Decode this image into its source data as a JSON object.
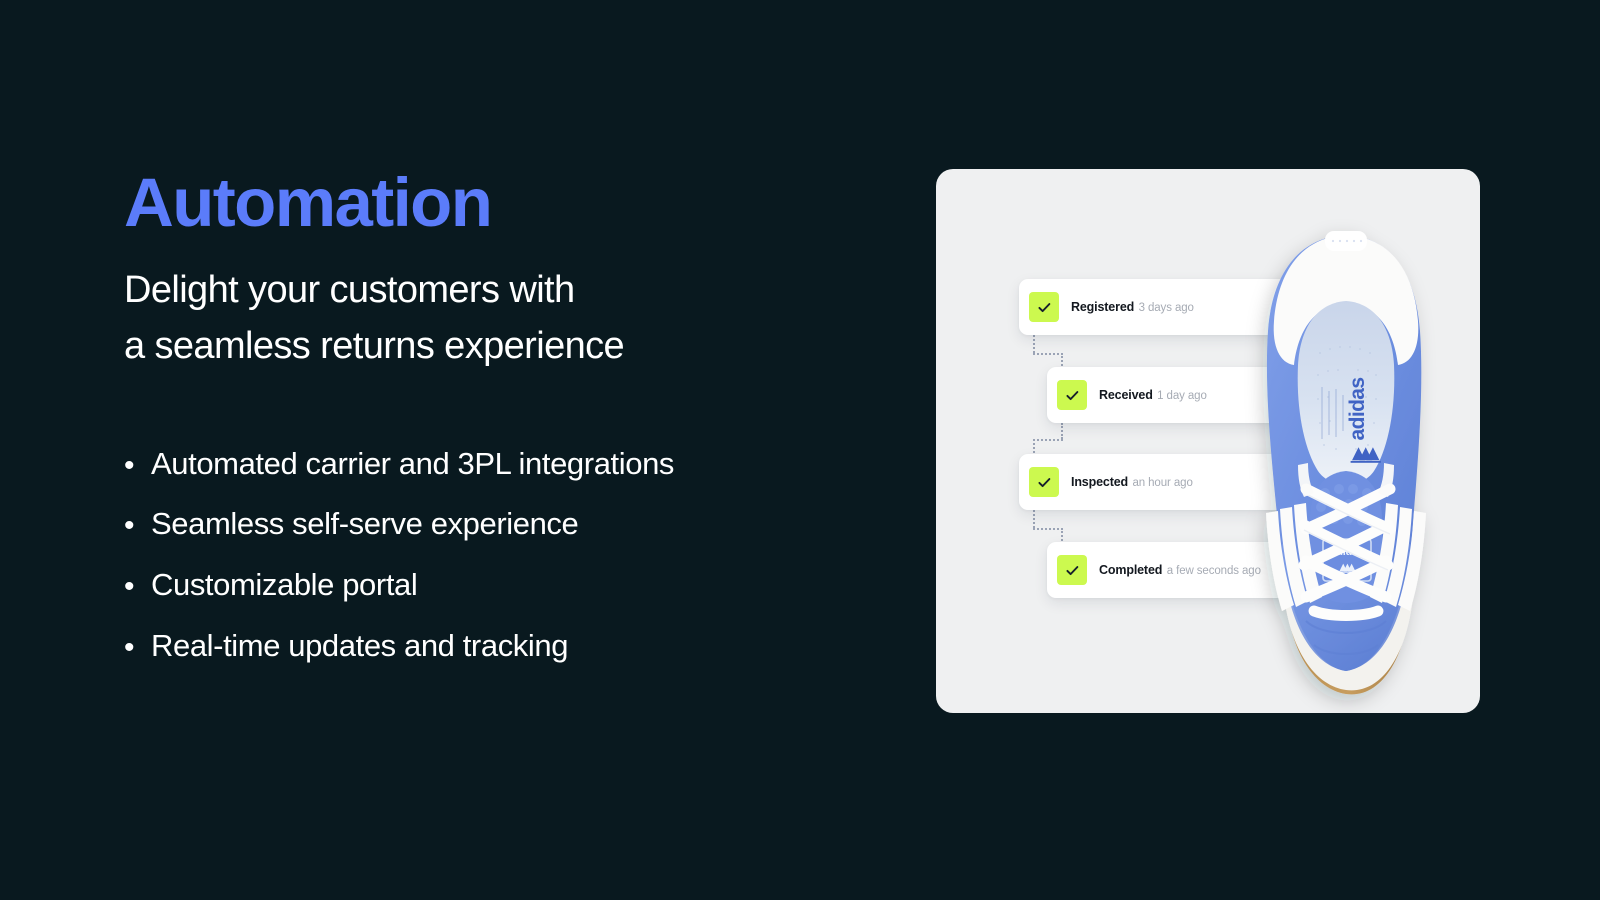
{
  "theme": {
    "background": "#09191f",
    "accent_blue": "#5b7cfa",
    "text_white": "#ffffff",
    "panel_bg": "#eff0f1",
    "card_bg": "#ffffff",
    "check_green": "#ccf94f",
    "muted_text": "#a6abb4",
    "shoe_blue": "#6d8fe0"
  },
  "hero": {
    "headline": "Automation",
    "subhead_line_1": "Delight your customers with",
    "subhead_line_2": "a seamless returns experience",
    "bullet_marker": "•",
    "bullets": [
      {
        "label": "Automated carrier and 3PL integrations"
      },
      {
        "label": "Seamless self-serve experience"
      },
      {
        "label": "Customizable portal"
      },
      {
        "label": "Real-time updates and tracking"
      }
    ]
  },
  "panel": {
    "timeline": {
      "steps": [
        {
          "title": "Registered",
          "time": "3 days ago",
          "icon": "check-icon",
          "state": "complete"
        },
        {
          "title": "Received",
          "time": "1 day ago",
          "icon": "check-icon",
          "state": "complete"
        },
        {
          "title": "Inspected",
          "time": "an hour ago",
          "icon": "check-icon",
          "state": "complete"
        },
        {
          "title": "Completed",
          "time": "a few seconds ago",
          "icon": "check-icon",
          "state": "complete"
        }
      ]
    },
    "product_image": {
      "name": "sneaker-photo",
      "alt": "Blue suede sneaker with three white stripes, top-down view",
      "brand_text": "adidas"
    }
  }
}
